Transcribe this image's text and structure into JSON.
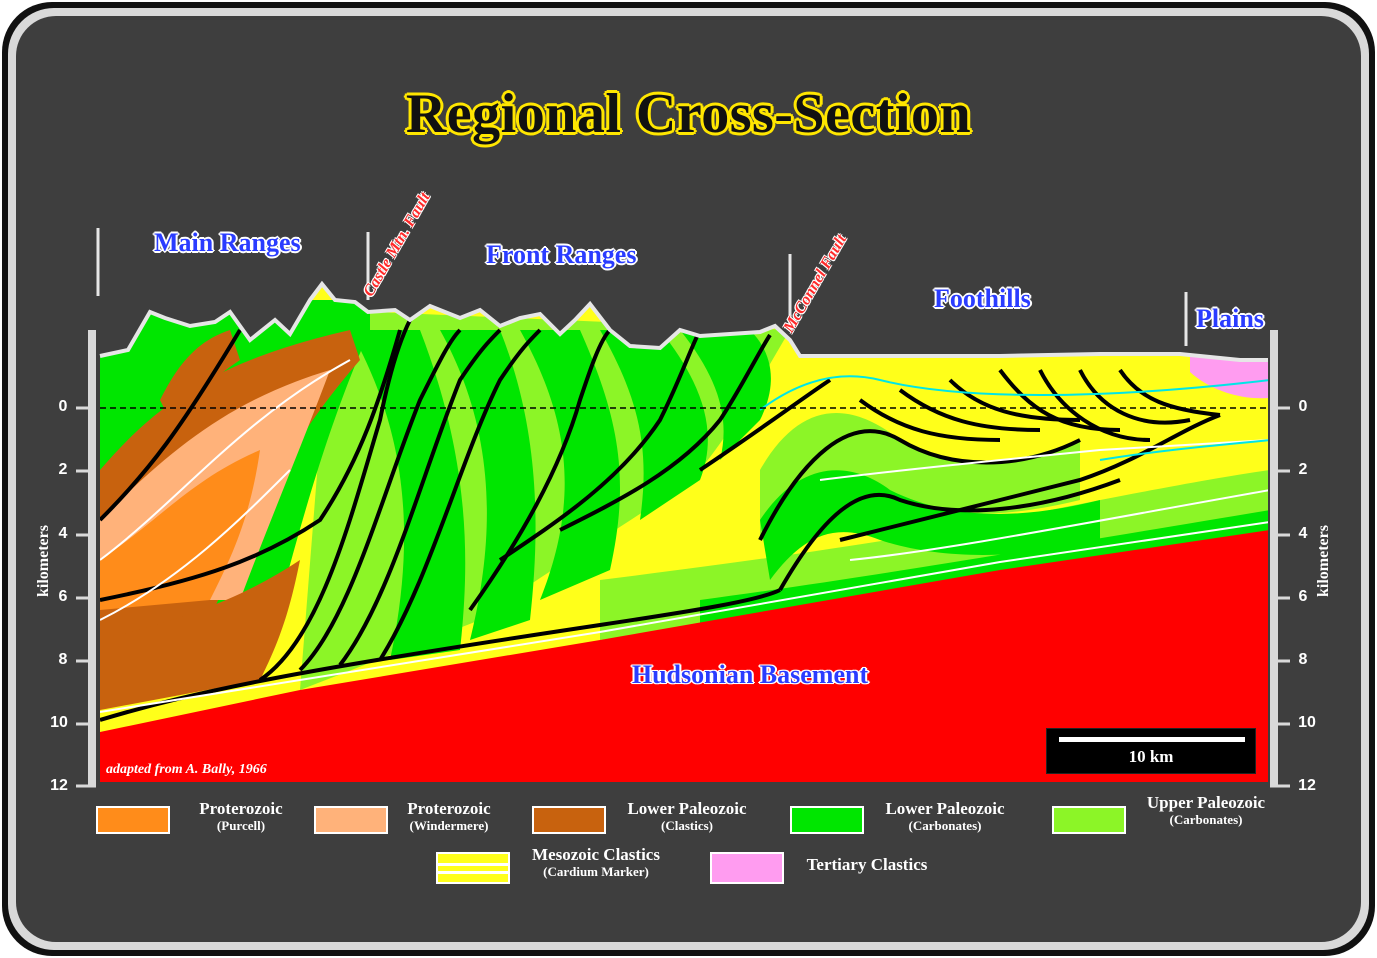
{
  "title": "Regional Cross-Section",
  "regions": {
    "main_ranges": "Main Ranges",
    "front_ranges": "Front Ranges",
    "foothills": "Foothills",
    "plains": "Plains"
  },
  "faults": {
    "castle_mtn": "Castle Mtn. Fault",
    "mcconnel": "McConnel Fault"
  },
  "axis": {
    "label": "kilometers",
    "ticks": [
      "0",
      "2",
      "4",
      "6",
      "8",
      "10",
      "12"
    ]
  },
  "basement_label": "Hudsonian Basement",
  "credit": "adapted from A. Bally, 1966",
  "scale_label": "10 km",
  "legend": [
    {
      "name": "Proterozoic",
      "sub": "(Purcell)",
      "color": "#ff8c1a"
    },
    {
      "name": "Proterozoic",
      "sub": "(Windermere)",
      "color": "#ffb27a"
    },
    {
      "name": "Lower Paleozoic",
      "sub": "(Clastics)",
      "color": "#c8620e"
    },
    {
      "name": "Lower Paleozoic",
      "sub": "(Carbonates)",
      "color": "#00e600"
    },
    {
      "name": "Upper Paleozoic",
      "sub": "(Carbonates)",
      "color": "#8cf527"
    },
    {
      "name": "Mesozoic Clastics",
      "sub": "(Cardium Marker)",
      "color": "#ffff1a"
    },
    {
      "name": "Tertiary Clastics",
      "sub": "",
      "color": "#ff9cf0"
    }
  ],
  "colors": {
    "background": "#3e3e3e",
    "basement": "#ff0000",
    "title_outline": "#ffe600",
    "region_label": "#2a3cff"
  }
}
